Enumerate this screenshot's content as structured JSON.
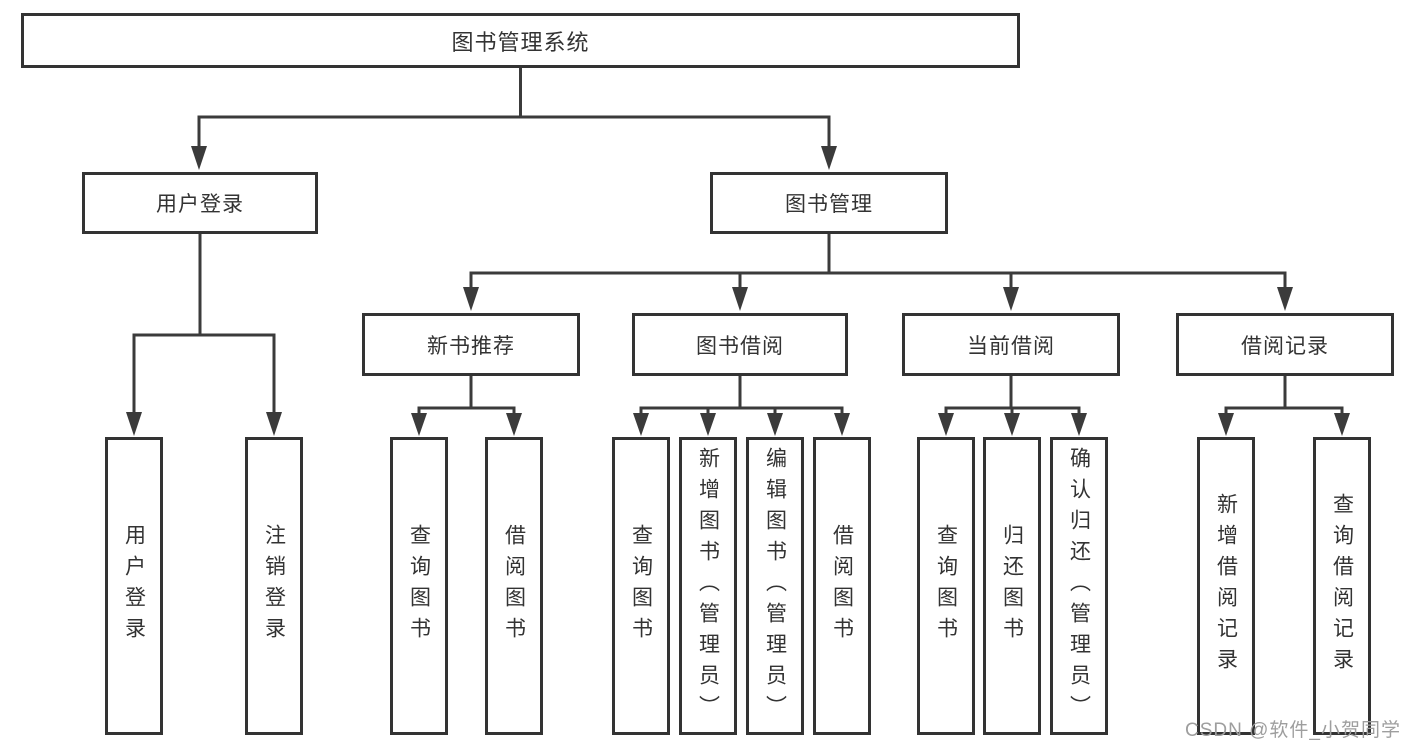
{
  "tree": {
    "root": "图书管理系统",
    "branches": [
      {
        "label": "用户登录",
        "children": [
          "用户登录",
          "注销登录"
        ]
      },
      {
        "label": "图书管理",
        "groups": [
          {
            "label": "新书推荐",
            "children": [
              "查询图书",
              "借阅图书"
            ]
          },
          {
            "label": "图书借阅",
            "children": [
              "查询图书",
              "新增图书（管理员）",
              "编辑图书（管理员）",
              "借阅图书"
            ]
          },
          {
            "label": "当前借阅",
            "children": [
              "查询图书",
              "归还图书",
              "确认归还（管理员）"
            ]
          },
          {
            "label": "借阅记录",
            "children": [
              "新增借阅记录",
              "查询借阅记录"
            ]
          }
        ]
      }
    ]
  },
  "watermark": {
    "text": "CSDN @软件_小贺同学"
  },
  "colors": {
    "line": "#3b3b3b",
    "box_border": "#333333",
    "text": "#333333",
    "watermark_text": "#9e9e9e",
    "background": "#ffffff"
  }
}
